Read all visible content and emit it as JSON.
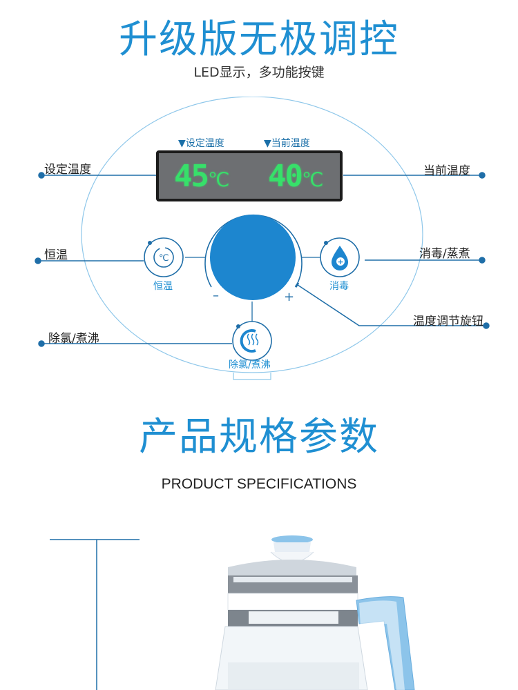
{
  "header": {
    "title": "升级版无极调控",
    "subtitle": "LED显示，多功能按键"
  },
  "panel": {
    "display": {
      "set_caption": "▼设定温度",
      "current_caption": "▼当前温度",
      "set_value": "45",
      "current_value": "40",
      "unit": "℃",
      "digit_color": "#37e06a"
    },
    "callouts": {
      "set_temp": "设定温度",
      "current_temp": "当前温度",
      "keep_warm": "恒温",
      "disinfect_steam": "消毒/蒸煮",
      "dechlorinate_boil": "除氯/煮沸",
      "knob": "温度调节旋钮"
    },
    "buttons": {
      "keep_warm": "恒温",
      "disinfect": "消毒",
      "boil": "除氯/煮沸"
    },
    "knob": {
      "minus": "–",
      "plus": "+"
    },
    "accent_color": "#1f8fd2"
  },
  "specs": {
    "title": "产品规格参数",
    "subtitle": "PRODUCT SPECIFICATIONS"
  }
}
